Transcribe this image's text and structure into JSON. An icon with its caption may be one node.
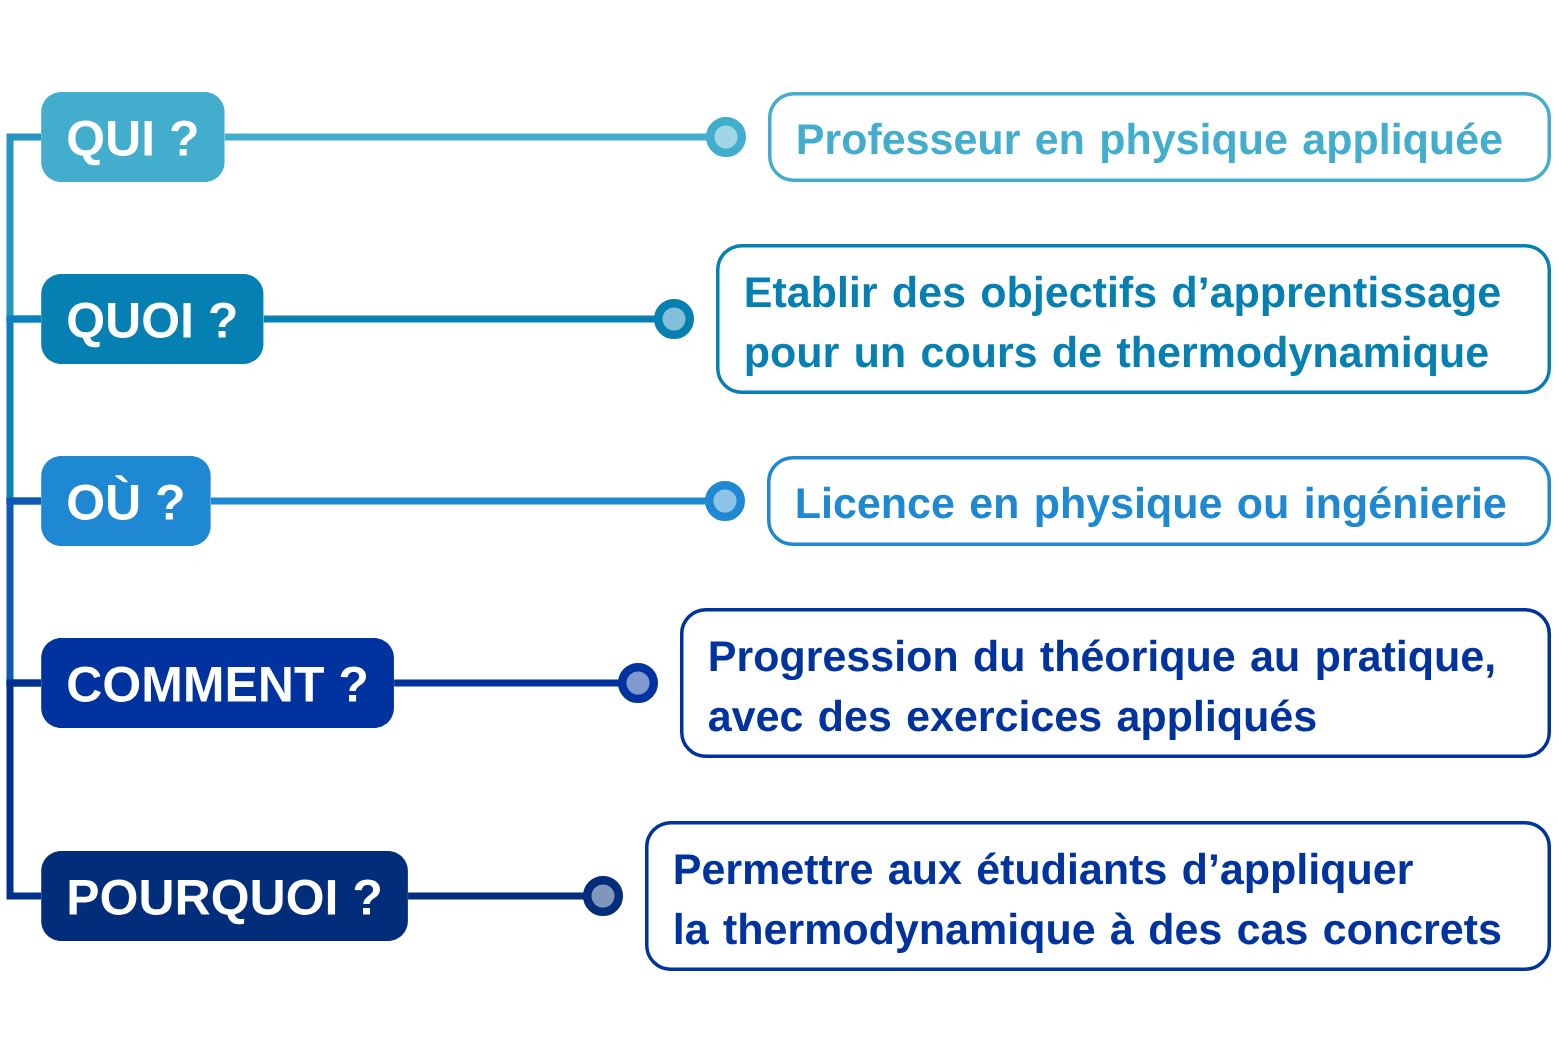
{
  "diagram": {
    "nodes": [
      {
        "text": [
          "QUI ?"
        ]
      },
      {
        "text": [
          "Professeur en physique appliquée"
        ]
      },
      {
        "text": [
          "QUOI ?"
        ]
      },
      {
        "text": [
          "Etablir des objectifs d’apprentissage pour un cours de thermodynamique"
        ]
      },
      {
        "text": [
          "OÙ ?"
        ]
      },
      {
        "text": [
          "Licence en physique ou ingénierie"
        ]
      },
      {
        "text": [
          "COMMENT ?"
        ]
      },
      {
        "text": [
          "Progression du théorique au pratique, avec des exercices appliqués"
        ]
      },
      {
        "text": [
          "POURQUOI ?"
        ]
      },
      {
        "text": [
          "Permettre aux étudiants d’appliquer la thermodynamique à des cas concrets"
        ]
      }
    ],
    "edges": [
      {
        "from": 0,
        "to": 1,
        "arrow": "other",
        "color": "#42adcd"
      },
      {
        "from": 2,
        "to": 3,
        "arrow": "other",
        "color": "#0680b2"
      },
      {
        "from": 4,
        "to": 5,
        "arrow": "other",
        "color": "#1e88d2"
      },
      {
        "from": 6,
        "to": 7,
        "arrow": "other",
        "color": "#0033a0"
      },
      {
        "from": 8,
        "to": 9,
        "arrow": "other",
        "color": "#022d7a"
      },
      {
        "from": 0,
        "to": 2,
        "arrow": "none",
        "color": "#2496c0"
      },
      {
        "from": 2,
        "to": 4,
        "arrow": "none",
        "color": "#0a80bc"
      },
      {
        "from": 4,
        "to": 6,
        "arrow": "none",
        "color": "#1058b5"
      },
      {
        "from": 6,
        "to": 8,
        "arrow": "none",
        "color": "#01308d"
      }
    ]
  }
}
